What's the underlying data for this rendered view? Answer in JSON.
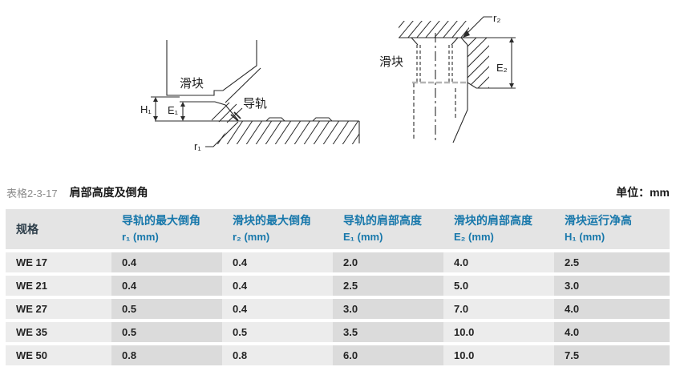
{
  "diagrams": {
    "left": {
      "slider_label": "滑块",
      "rail_label": "导轨",
      "dim_h1": "H₁",
      "dim_e1": "E₁",
      "dim_r1": "r₁"
    },
    "right": {
      "slider_label": "滑块",
      "dim_r2": "r₂",
      "dim_e2": "E₂"
    }
  },
  "caption": {
    "tag": "表格2-3-17",
    "title": "肩部高度及倒角",
    "unit": "单位：mm"
  },
  "table": {
    "columns": [
      {
        "line1": "规格",
        "line2": ""
      },
      {
        "line1": "导轨的最大倒角",
        "line2": "r₁ (mm)"
      },
      {
        "line1": "滑块的最大倒角",
        "line2": "r₂ (mm)"
      },
      {
        "line1": "导轨的肩部高度",
        "line2": "E₁ (mm)"
      },
      {
        "line1": "滑块的肩部高度",
        "line2": "E₂ (mm)"
      },
      {
        "line1": "滑块运行净高",
        "line2": "H₁ (mm)"
      }
    ],
    "rows": [
      {
        "model": "WE 17",
        "values": [
          "0.4",
          "0.4",
          "2.0",
          "4.0",
          "2.5"
        ]
      },
      {
        "model": "WE 21",
        "values": [
          "0.4",
          "0.4",
          "2.5",
          "5.0",
          "3.0"
        ]
      },
      {
        "model": "WE 27",
        "values": [
          "0.5",
          "0.4",
          "3.0",
          "7.0",
          "4.0"
        ]
      },
      {
        "model": "WE 35",
        "values": [
          "0.5",
          "0.5",
          "3.5",
          "10.0",
          "4.0"
        ]
      },
      {
        "model": "WE 50",
        "values": [
          "0.8",
          "0.8",
          "6.0",
          "10.0",
          "7.5"
        ]
      }
    ]
  },
  "colors": {
    "accent_blue": "#1878ab",
    "spec_header_dark": "#2d3e4a",
    "header_bg": "#e4e4e4",
    "column_light": "#ececec",
    "column_dark": "#dbdbdb"
  }
}
